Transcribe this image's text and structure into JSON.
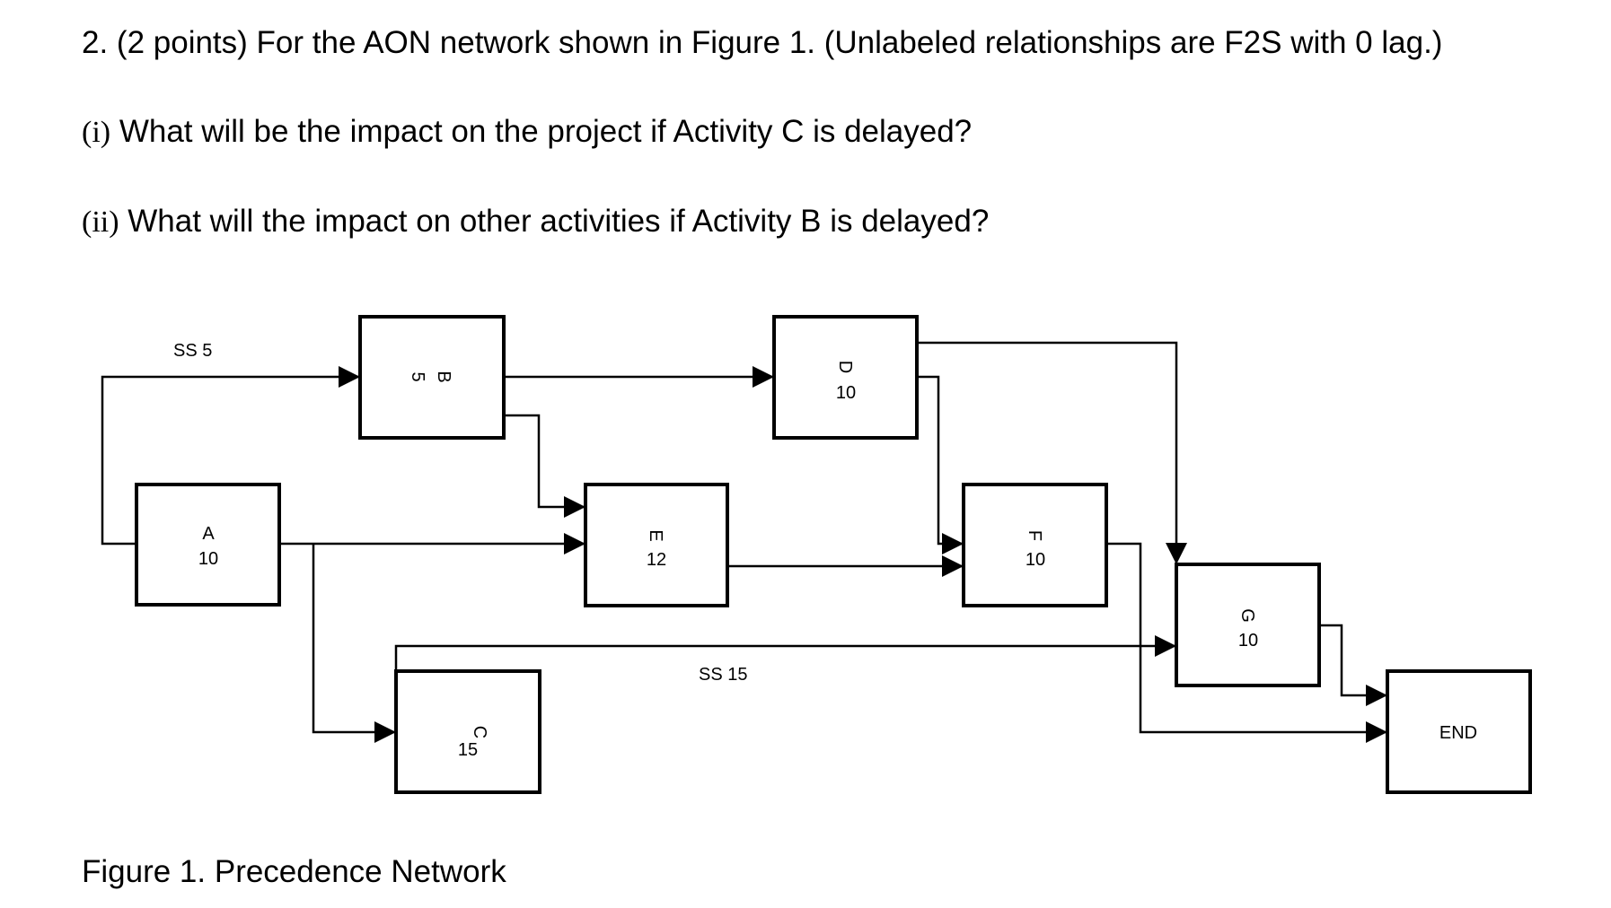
{
  "question": {
    "line1": "2. (2 points) For the AON network shown in Figure 1.  (Unlabeled relationships are F2S with 0 lag.)",
    "line2_num": "(i)",
    "line2_text": " What will be the impact on the project if Activity C is delayed?",
    "line3_num": "(ii)",
    "line3_text": " What will the impact on other activities if Activity B is delayed?"
  },
  "caption": "Figure 1.  Precedence Network",
  "nodes": {
    "A": {
      "name": "A",
      "duration": "10"
    },
    "B": {
      "name": "B",
      "duration": "5"
    },
    "C": {
      "name": "C",
      "duration": "15"
    },
    "D": {
      "name": "D",
      "duration": "10"
    },
    "E": {
      "name": "E",
      "duration": "12"
    },
    "F": {
      "name": "F",
      "duration": "10"
    },
    "G": {
      "name": "G",
      "duration": "10"
    },
    "END": {
      "name": "END"
    }
  },
  "relationship_labels": {
    "a_b": "SS 5",
    "c_g": "SS 15"
  },
  "links": [
    {
      "from": "A",
      "to": "B",
      "label": "SS 5"
    },
    {
      "from": "A",
      "to": "E"
    },
    {
      "from": "A",
      "to": "C"
    },
    {
      "from": "B",
      "to": "D"
    },
    {
      "from": "B",
      "to": "E"
    },
    {
      "from": "D",
      "to": "F"
    },
    {
      "from": "D",
      "to": "G"
    },
    {
      "from": "E",
      "to": "F"
    },
    {
      "from": "C",
      "to": "G",
      "label": "SS 15"
    },
    {
      "from": "F",
      "to": "END"
    },
    {
      "from": "G",
      "to": "END"
    }
  ]
}
